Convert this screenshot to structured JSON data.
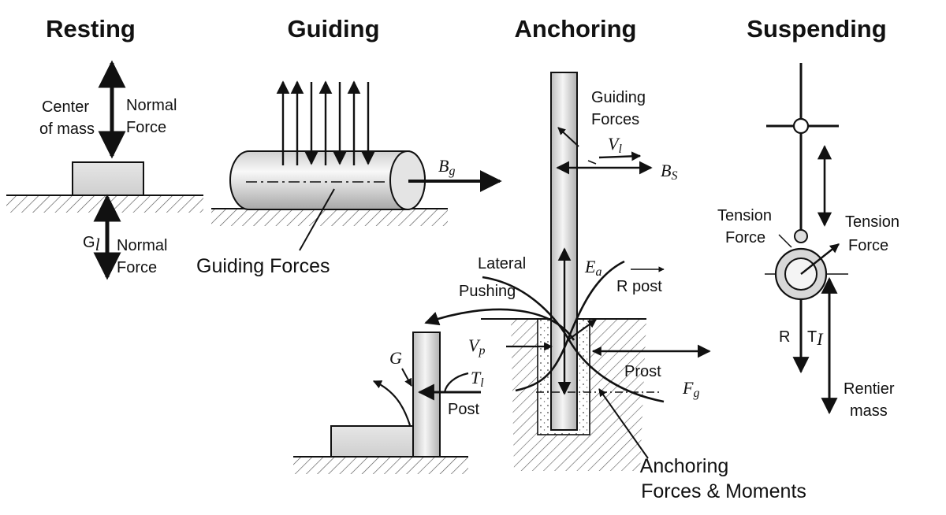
{
  "headers": {
    "resting": "Resting",
    "guiding": "Guiding",
    "anchoring": "Anchoring",
    "suspending": "Suspending"
  },
  "resting": {
    "center_of_mass_l1": "Center",
    "center_of_mass_l2": "of mass",
    "normal_force_top_l1": "Normal",
    "normal_force_top_l2": "Force",
    "g_label": "G",
    "g_sub": "l",
    "normal_force_bottom_l1": "Normal",
    "normal_force_bottom_l2": "Force"
  },
  "guiding": {
    "bg_label": "B",
    "bg_sub": "g",
    "guiding_forces": "Guiding Forces"
  },
  "anchoring": {
    "guiding_forces_l1": "Guiding",
    "guiding_forces_l2": "Forces",
    "vl_label": "V",
    "vl_sub": "l",
    "bs_label": "B",
    "bs_sub": "S",
    "lateral": "Lateral",
    "pushing": "Pushing",
    "ea_label": "E",
    "ea_sub": "a",
    "r_post": "R post",
    "vp_label": "V",
    "vp_sub": "p",
    "prost": "Prost",
    "fg_label": "F",
    "fg_sub": "g",
    "g_label": "G",
    "tl_label": "T",
    "tl_sub": "l",
    "post": "Post",
    "anchoring_l1": "Anchoring",
    "anchoring_l2": "Forces & Moments"
  },
  "suspending": {
    "tension_left_l1": "Tension",
    "tension_left_l2": "Force",
    "tension_right_l1": "Tension",
    "tension_right_l2": "Force",
    "r_label": "R",
    "t_label": "T",
    "t_sub": "I",
    "rentier_l1": "Rentier",
    "rentier_l2": "mass"
  }
}
